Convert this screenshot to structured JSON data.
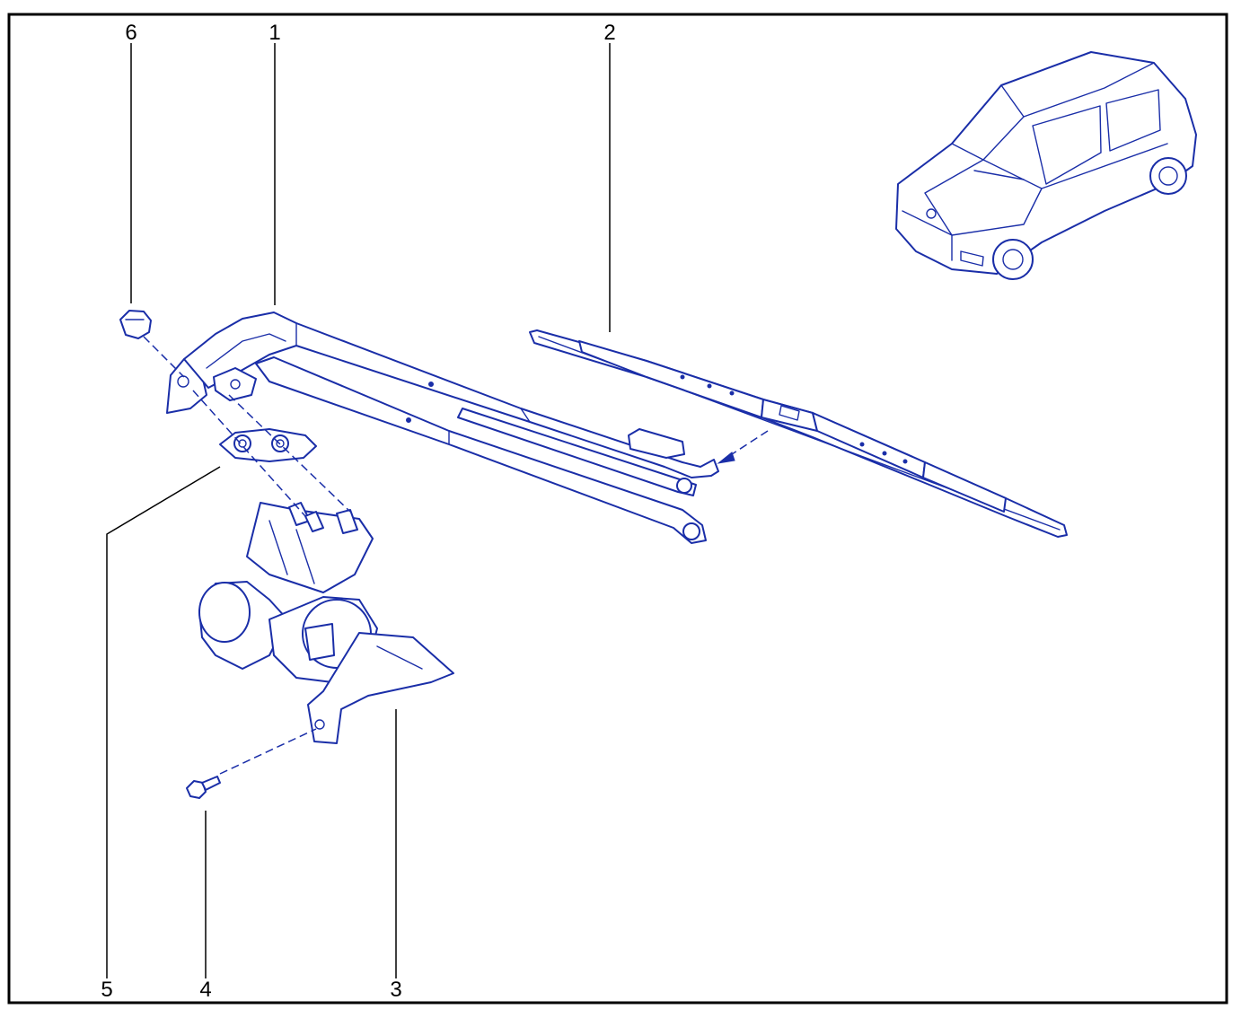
{
  "callouts": [
    {
      "id": "1",
      "label": "1"
    },
    {
      "id": "2",
      "label": "2"
    },
    {
      "id": "3",
      "label": "3"
    },
    {
      "id": "4",
      "label": "4"
    },
    {
      "id": "5",
      "label": "5"
    },
    {
      "id": "6",
      "label": "6"
    }
  ],
  "colors": {
    "line_art": "#1a2ea8",
    "frame": "#000000",
    "background": "#ffffff"
  },
  "parts": [
    {
      "callout": "1",
      "name": "wiper-arm-linkage-icon"
    },
    {
      "callout": "2",
      "name": "wiper-blade-icon"
    },
    {
      "callout": "3",
      "name": "wiper-motor-icon"
    },
    {
      "callout": "4",
      "name": "bolt-icon"
    },
    {
      "callout": "5",
      "name": "seal-plate-icon"
    },
    {
      "callout": "6",
      "name": "nut-icon"
    }
  ]
}
